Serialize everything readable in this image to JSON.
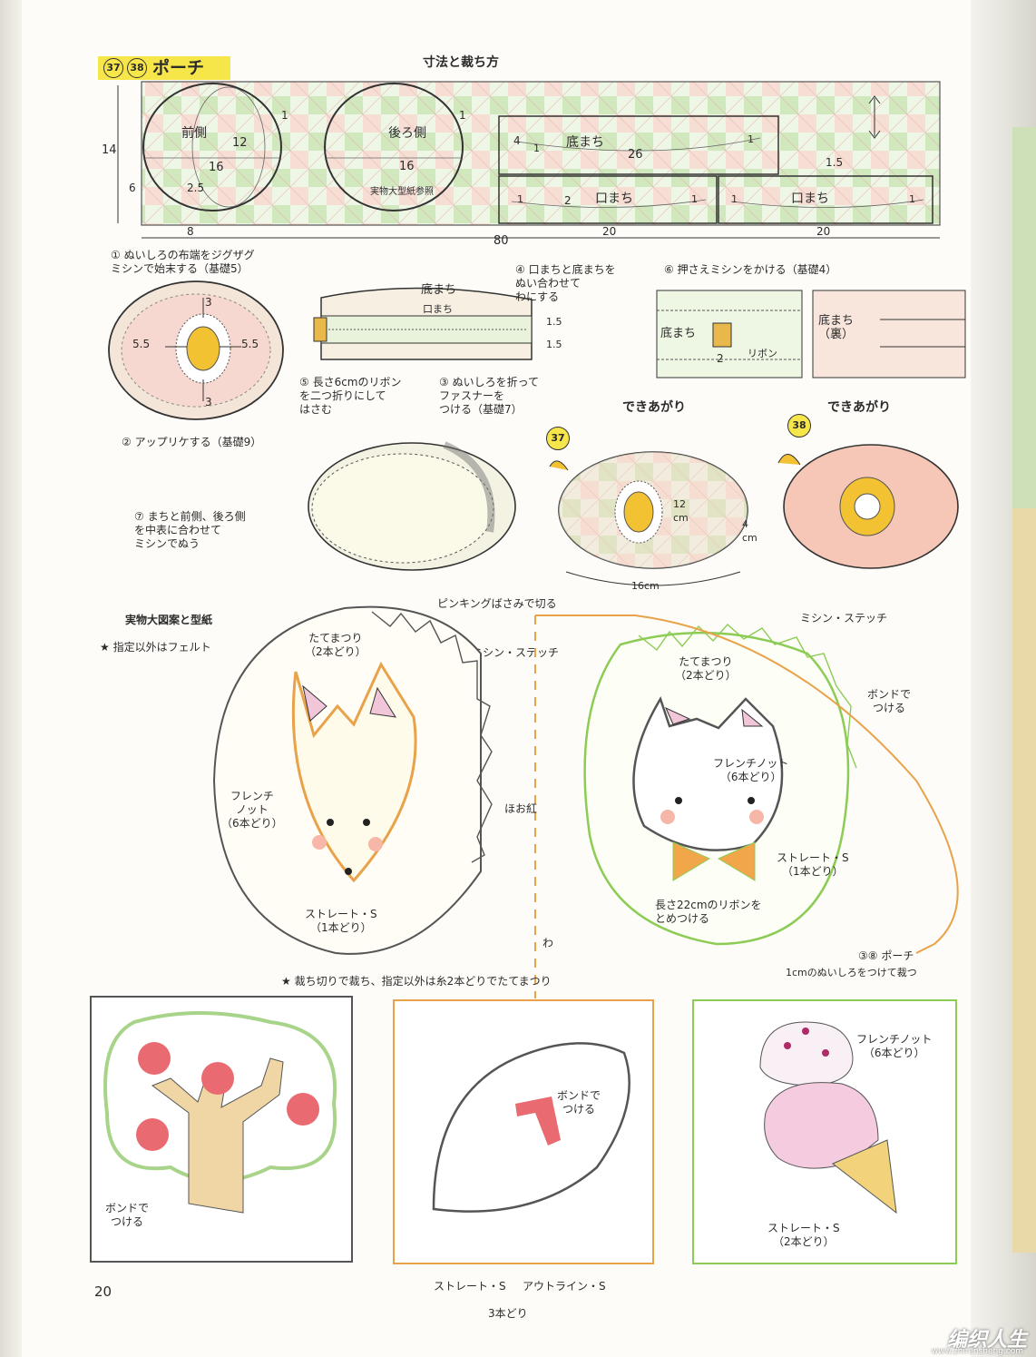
{
  "header": {
    "num1": "37",
    "num2": "38",
    "title": "ポーチ",
    "section": "寸法と裁ち方"
  },
  "cutting_diagram": {
    "front_label": "前側",
    "back_label": "後ろ側",
    "pattern_note": "実物大型紙参照",
    "bottom_gusset": "底まち",
    "top_gusset": "口まち",
    "dim_14": "14",
    "dim_12": "12",
    "dim_16a": "16",
    "dim_16b": "16",
    "dim_6": "6",
    "dim_25": "2.5",
    "dim_8": "8",
    "dim_1a": "1",
    "dim_1b": "1",
    "dim_4": "4",
    "dim_1c": "1",
    "dim_26": "26",
    "dim_1d": "1",
    "dim_15": "1.5",
    "dim_1e": "1",
    "dim_2": "2",
    "dim_1f": "1",
    "dim_1g": "1",
    "dim_1h": "1",
    "dim_20a": "20",
    "dim_20b": "20",
    "dim_80": "80"
  },
  "steps": {
    "s1": "① ぬいしろの布端をジグザグ\nミシンで始末する（基礎5）",
    "s2": "② アップリケする（基礎9）",
    "s3": "③ ぬいしろを折って\nファスナーを\nつける（基礎7）",
    "s4": "④ 口まちと底まちを\nぬい合わせて\nわにする",
    "s5": "⑤ 長さ6cmのリボン\nを二つ折りにして\nはさむ",
    "s6": "⑥ 押さえミシンをかける（基礎4）",
    "s7": "⑦ まちと前側、後ろ側\nを中表に合わせて\nミシンでぬう",
    "d3a": "3",
    "d3b": "3",
    "d55a": "5.5",
    "d55b": "5.5",
    "zip_bottom": "底まち",
    "zip_top": "口まち",
    "d15a": "1.5",
    "d15b": "1.5",
    "s6_bottom": "底まち",
    "s6_ribbon": "リボン",
    "s6_2": "2",
    "s6_back": "底まち\n（裏）"
  },
  "finished": {
    "label37": "できあがり",
    "num37": "37",
    "label38": "できあがり",
    "num38": "38",
    "h": "12\ncm",
    "d": "4\ncm",
    "w": "16cm"
  },
  "patterns": {
    "title": "実物大図案と型紙",
    "note": "★ 指定以外はフェルト",
    "pinking": "ピンキングばさみで切る",
    "stitch1": "ミシン・ステッチ",
    "stitch2": "ミシン・ステッチ",
    "tatematsuri1": "たてまつり\n（2本どり）",
    "tatematsuri2": "たてまつり\n（2本どり）",
    "bond1": "ボンドで\nつける",
    "french1": "フレンチ\nノット\n（6本どり）",
    "french2": "フレンチノット\n（6本どり）",
    "hoobeni": "ほお紅",
    "straight1": "ストレート・S\n（1本どり）",
    "straight2": "ストレート・S\n（1本どり）",
    "ribbon": "長さ22cmのリボンを\nとめつける",
    "wa": "わ",
    "pouch_ref": "③⑧ ポーチ",
    "pouch_note": "1cmのぬいしろをつけて裁つ",
    "cut_note": "★ 裁ち切りで裁ち、指定以外は糸2本どりでたてまつり",
    "bond_tree": "ボンドで\nつける",
    "bond_ball": "ボンドで\nつける",
    "french_ice": "フレンチノット\n（6本どり）",
    "straight_ice": "ストレート・S\n（2本どり）",
    "straight_ball": "ストレート・S",
    "outline_ball": "アウトライン・S",
    "three": "3本どり"
  },
  "footer": {
    "page": "20",
    "watermark": "编织人生",
    "url": "www.zhirensheng.com"
  },
  "colors": {
    "title_bg": "#f7e64a",
    "fabric_green": "#cfe6b8",
    "fabric_pink": "#f6c8c0",
    "felt_orange": "#e8a24a",
    "felt_green": "#8ccc55",
    "cherry": "#e96a70"
  }
}
